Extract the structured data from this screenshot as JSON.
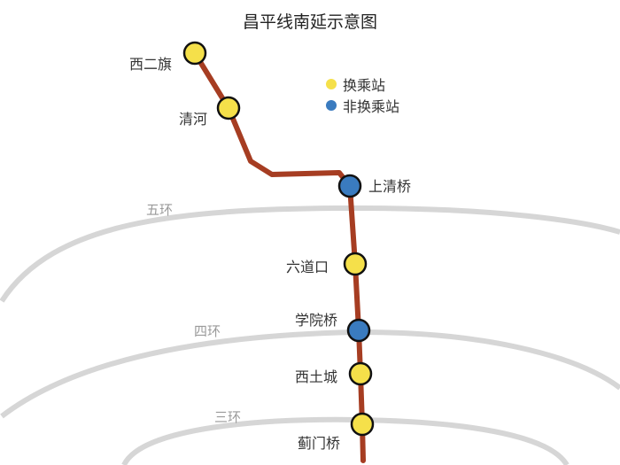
{
  "title": "昌平线南延示意图",
  "legend": [
    {
      "label": "换乘站",
      "color": "#f5e04a"
    },
    {
      "label": "非换乘站",
      "color": "#3a7bbf"
    }
  ],
  "rings": [
    "五环",
    "四环",
    "三环"
  ],
  "line_color": "#a63d22",
  "ring_color": "#d6d6d6",
  "stations": [
    {
      "name": "西二旗",
      "transfer": true
    },
    {
      "name": "清河",
      "transfer": true
    },
    {
      "name": "上清桥",
      "transfer": false
    },
    {
      "name": "六道口",
      "transfer": true
    },
    {
      "name": "学院桥",
      "transfer": false
    },
    {
      "name": "西土城",
      "transfer": true
    },
    {
      "name": "蓟门桥",
      "transfer": true
    }
  ]
}
